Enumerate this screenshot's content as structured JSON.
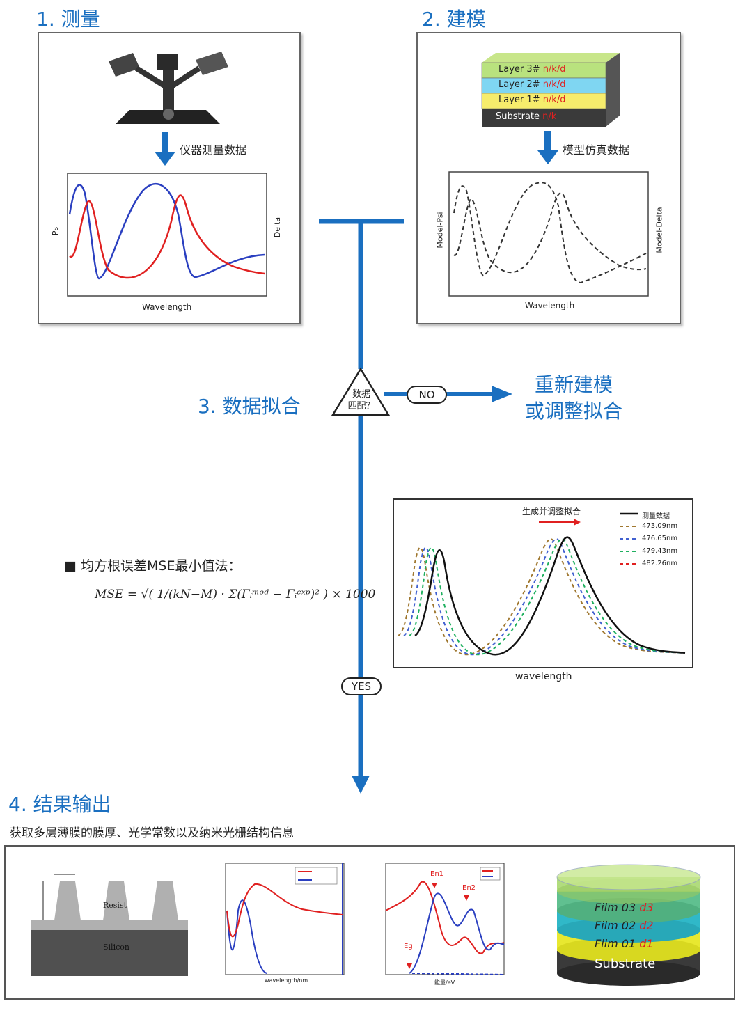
{
  "colors": {
    "accent": "#1a6fc0",
    "red": "#e02020",
    "blue": "#2a3fc0",
    "dark": "#222222"
  },
  "step1": {
    "title": "1. 测量",
    "arrow_caption": "仪器测量数据",
    "xlabel": "Wavelength",
    "ylabel_left": "Psi",
    "ylabel_right": "Delta"
  },
  "step2": {
    "title": "2. 建模",
    "arrow_caption": "模型仿真数据",
    "xlabel": "Wavelength",
    "ylabel_left": "Model-Psi",
    "ylabel_right": "Model-Delta",
    "layers": [
      {
        "name": "Layer 3#",
        "param": "n/k/d"
      },
      {
        "name": "Layer 2#",
        "param": "n/k/d"
      },
      {
        "name": "Layer 1#",
        "param": "n/k/d"
      },
      {
        "name": "Substrate",
        "param": "n/k"
      }
    ]
  },
  "step3": {
    "title": "3. 数据拟合",
    "decision_line1": "数据",
    "decision_line2": "匹配？",
    "no_label": "NO",
    "yes_label": "YES",
    "no_result_line1": "重新建模",
    "no_result_line2": "或调整拟合",
    "mse_heading": "均方根误差MSE最小值法：",
    "mse_formula": "MSE = √( 1/(kN−M) · Σ(Γᵢᵐᵒᵈ − Γᵢᵉˣᵖ)² ) × 1000",
    "fit_chart": {
      "annotation": "生成并调整拟合",
      "xlabel": "wavelength",
      "legend": [
        "测量数据",
        "473.09nm",
        "476.65nm",
        "479.43nm",
        "482.26nm"
      ]
    }
  },
  "step4": {
    "title": "4. 结果输出",
    "subtitle": "获取多层薄膜的膜厚、光学常数以及纳米光栅结构信息",
    "grating": {
      "resist": "Resist",
      "silicon": "Silicon"
    },
    "chart1": {
      "xlabel": "wavelength/nm"
    },
    "chart2": {
      "xlabel": "能量/eV",
      "peak1": "En1",
      "peak2": "En2",
      "gap": "Eg"
    },
    "stack": {
      "films": [
        "Film 03",
        "Film 02",
        "Film 01"
      ],
      "params": [
        "d3",
        "d2",
        "d1"
      ],
      "substrate": "Substrate"
    }
  }
}
